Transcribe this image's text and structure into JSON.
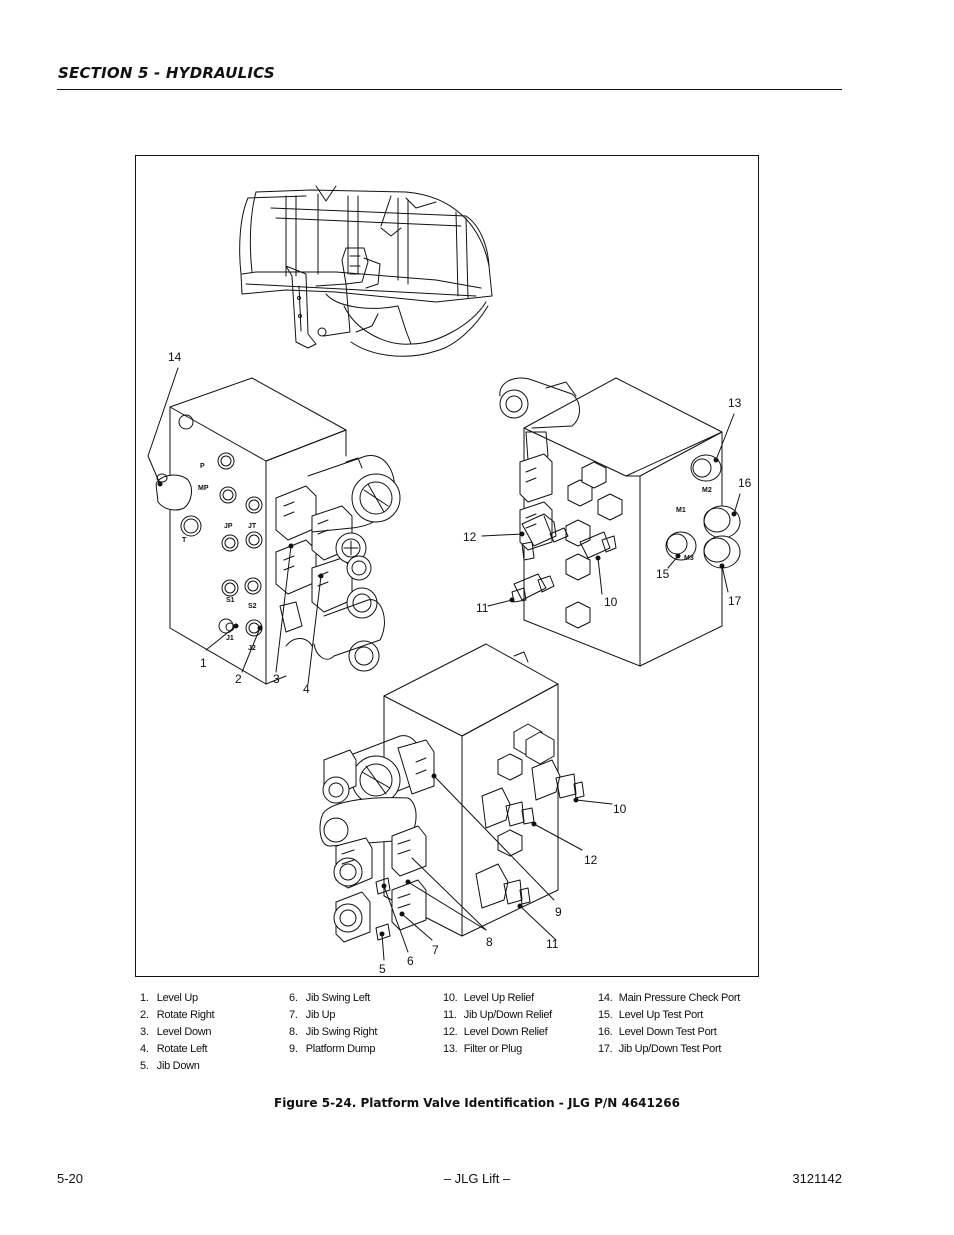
{
  "header": {
    "section_title": "SECTION 5 - HYDRAULICS"
  },
  "figure": {
    "caption": "Figure 5-24.  Platform Valve Identification - JLG P/N 4641266",
    "callouts": {
      "c1": "1",
      "c2": "2",
      "c3": "3",
      "c4": "4",
      "c5": "5",
      "c6": "6",
      "c7": "7",
      "c8": "8",
      "c9": "9",
      "c10a": "10",
      "c10b": "10",
      "c11a": "11",
      "c11b": "11",
      "c12a": "12",
      "c12b": "12",
      "c13": "13",
      "c14": "14",
      "c15": "15",
      "c16": "16",
      "c17": "17"
    },
    "port_labels": {
      "p": "P",
      "mp": "MP",
      "t": "T",
      "jp": "JP",
      "jt": "JT",
      "s1": "S1",
      "s2": "S2",
      "j1": "J1",
      "j2": "J2",
      "m1": "M1",
      "m2": "M2",
      "m3": "M3"
    }
  },
  "legend": {
    "col1": [
      {
        "num": "1.",
        "label": "Level Up"
      },
      {
        "num": "2.",
        "label": "Rotate Right"
      },
      {
        "num": "3.",
        "label": "Level Down"
      },
      {
        "num": "4.",
        "label": "Rotate Left"
      },
      {
        "num": "5.",
        "label": "Jib Down"
      }
    ],
    "col2": [
      {
        "num": "6.",
        "label": "Jib Swing Left"
      },
      {
        "num": "7.",
        "label": "Jib Up"
      },
      {
        "num": "8.",
        "label": "Jib Swing Right"
      },
      {
        "num": "9.",
        "label": "Platform Dump"
      }
    ],
    "col3": [
      {
        "num": "10.",
        "label": "Level Up Relief"
      },
      {
        "num": "11.",
        "label": "Jib Up/Down Relief"
      },
      {
        "num": "12.",
        "label": "Level Down Relief"
      },
      {
        "num": "13.",
        "label": "Filter or Plug"
      }
    ],
    "col4": [
      {
        "num": "14.",
        "label": "Main Pressure Check Port"
      },
      {
        "num": "15.",
        "label": "Level Up Test Port"
      },
      {
        "num": "16.",
        "label": "Level Down Test Port"
      },
      {
        "num": "17.",
        "label": "Jib Up/Down Test Port"
      }
    ]
  },
  "footer": {
    "page_number": "5-20",
    "center_text": "– JLG Lift –",
    "document_number": "3121142"
  }
}
